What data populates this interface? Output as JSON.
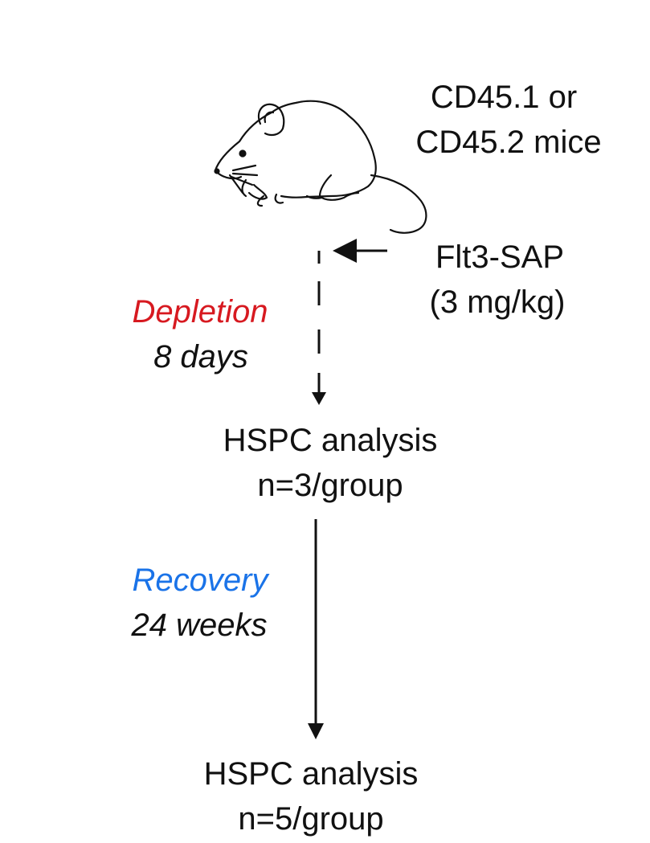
{
  "mice_label": {
    "line1": "CD45.1 or",
    "line2": "CD45.2 mice"
  },
  "treatment": {
    "line1": "Flt3-SAP",
    "line2": "(3 mg/kg)"
  },
  "depletion": {
    "label": "Depletion",
    "duration": "8 days",
    "color": "#d71920"
  },
  "analysis_1": {
    "line1": "HSPC analysis",
    "line2": "n=3/group"
  },
  "recovery": {
    "label": "Recovery",
    "duration": "24 weeks",
    "color": "#1a73e8"
  },
  "analysis_2": {
    "line1": "HSPC analysis",
    "line2": "n=5/group"
  },
  "icons": {
    "mouse": "mouse-icon"
  }
}
